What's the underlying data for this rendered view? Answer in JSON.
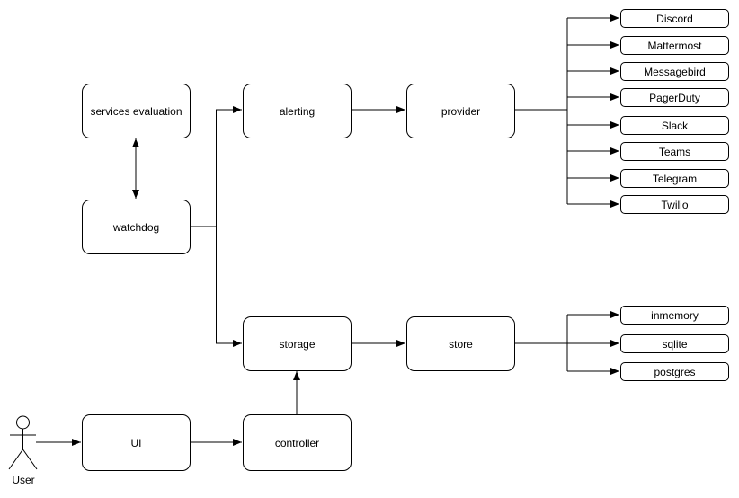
{
  "colors": {
    "background": "#ffffff",
    "line": "#000000",
    "node_fill": "#ffffff",
    "node_border": "#000000"
  },
  "nodes": {
    "services_evaluation": "services evaluation",
    "watchdog": "watchdog",
    "alerting": "alerting",
    "provider": "provider",
    "storage": "storage",
    "store": "store",
    "ui": "UI",
    "controller": "controller"
  },
  "provider_children": [
    "Discord",
    "Mattermost",
    "Messagebird",
    "PagerDuty",
    "Slack",
    "Teams",
    "Telegram",
    "Twilio"
  ],
  "store_children": [
    "inmemory",
    "sqlite",
    "postgres"
  ],
  "actor": {
    "label": "User"
  }
}
